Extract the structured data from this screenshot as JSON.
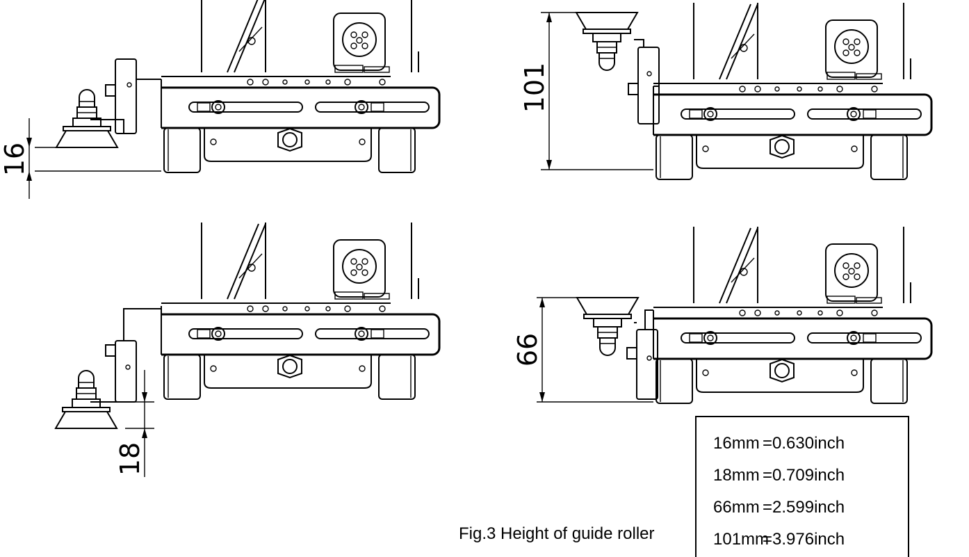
{
  "figure": {
    "caption": "Fig.3 Height of guide roller"
  },
  "dimensions": {
    "top_left": "16",
    "top_right": "101",
    "bottom_left": "18",
    "bottom_right": "66"
  },
  "conversion_table": [
    {
      "mm": "16mm",
      "inch": "=0.630inch"
    },
    {
      "mm": "18mm",
      "inch": "=0.709inch"
    },
    {
      "mm": "66mm",
      "inch": "=2.599inch"
    },
    {
      "mm": "101mm",
      "inch": "=3.976inch"
    }
  ]
}
